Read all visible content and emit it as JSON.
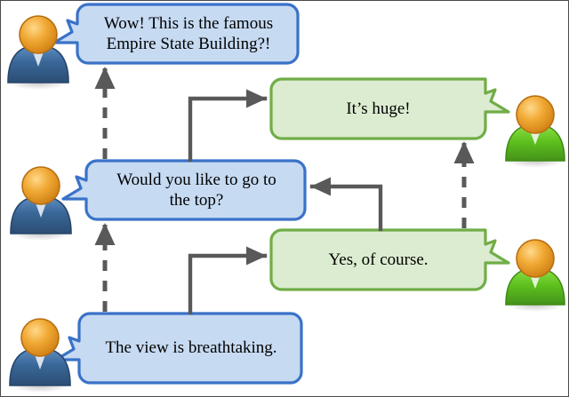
{
  "scene": {
    "title": "Empire State Building conversation",
    "colors": {
      "blue_fill": "#c6daf2",
      "blue_stroke": "#3a72c8",
      "green_fill": "#dcecd0",
      "green_stroke": "#70ad47",
      "arrow": "#595959",
      "avatar_head": "#e89b2a",
      "avatar_body_blue": "#36618f",
      "avatar_body_green": "#5fc21e",
      "frame": "#4a4a4a",
      "text": "#000000"
    },
    "avatars": [
      {
        "id": "avatar-blue-top",
        "role": "speaker-blue",
        "body_color": "#36618f",
        "position": "top-left"
      },
      {
        "id": "avatar-blue-middle",
        "role": "speaker-blue",
        "body_color": "#36618f",
        "position": "middle-left"
      },
      {
        "id": "avatar-blue-bottom",
        "role": "speaker-blue",
        "body_color": "#36618f",
        "position": "bottom-left"
      },
      {
        "id": "avatar-green-top",
        "role": "speaker-green",
        "body_color": "#5fc21e",
        "position": "upper-right"
      },
      {
        "id": "avatar-green-bottom",
        "role": "speaker-green",
        "body_color": "#5fc21e",
        "position": "lower-right"
      }
    ],
    "bubbles": [
      {
        "id": "bubble-wow",
        "speaker": "blue",
        "tail": "left",
        "lines": [
          "Wow! This is the famous",
          "Empire State Building?!"
        ],
        "text": "Wow! This is the famous Empire State Building?!"
      },
      {
        "id": "bubble-its-huge",
        "speaker": "green",
        "tail": "right",
        "lines": [
          "It’s huge!"
        ],
        "text": "It’s huge!"
      },
      {
        "id": "bubble-would-you-like",
        "speaker": "blue",
        "tail": "left",
        "lines": [
          "Would you like to go to",
          "the top?"
        ],
        "text": "Would you like to go to the top?"
      },
      {
        "id": "bubble-yes-of-course",
        "speaker": "green",
        "tail": "right",
        "lines": [
          "Yes, of course."
        ],
        "text": "Yes, of course."
      },
      {
        "id": "bubble-the-view",
        "speaker": "blue",
        "tail": "left",
        "lines": [
          "The view is breathtaking."
        ],
        "text": "The view is breathtaking."
      }
    ],
    "connectors": [
      {
        "id": "dashed-view-to-would",
        "style": "dashed",
        "direction": "up",
        "from": "bubble-the-view",
        "to": "bubble-would-you-like"
      },
      {
        "id": "dashed-would-to-wow",
        "style": "dashed",
        "direction": "up",
        "from": "bubble-would-you-like",
        "to": "bubble-wow"
      },
      {
        "id": "dashed-yes-to-huge",
        "style": "dashed",
        "direction": "up",
        "from": "bubble-yes-of-course",
        "to": "bubble-its-huge"
      },
      {
        "id": "elbow-would-to-huge",
        "style": "solid",
        "direction": "up-right",
        "from": "bubble-would-you-like",
        "to": "bubble-its-huge"
      },
      {
        "id": "elbow-yes-to-would",
        "style": "solid",
        "direction": "up-left",
        "from": "bubble-yes-of-course",
        "to": "bubble-would-you-like"
      },
      {
        "id": "elbow-view-to-yes",
        "style": "solid",
        "direction": "up-right",
        "from": "bubble-the-view",
        "to": "bubble-yes-of-course"
      }
    ]
  }
}
